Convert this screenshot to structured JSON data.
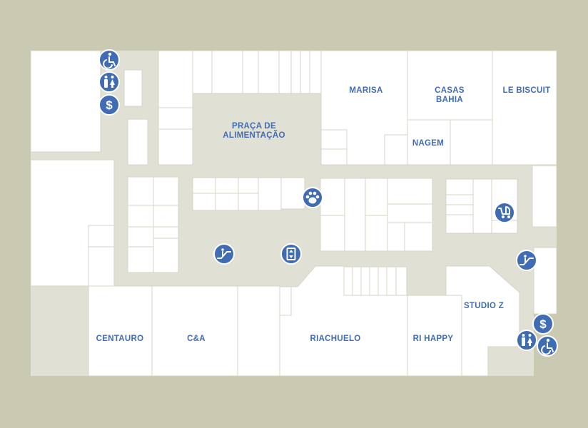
{
  "colors": {
    "background": "#cac9b2",
    "corridor": "#e1e0d4",
    "store_fill": "#ffffff",
    "store_border": "#d5d4c4",
    "label": "#3f6cb3",
    "icon": "#3f6cb3"
  },
  "stores": {
    "marisa": "MARISA",
    "casas_bahia_line1": "CASAS",
    "casas_bahia_line2": "BAHIA",
    "le_biscuit": "LE BISCUIT",
    "nagem": "NAGEM",
    "food_court_line1": "PRAÇA DE",
    "food_court_line2": "ALIMENTAÇÃO",
    "studio_z": "STUDIO Z",
    "centauro": "CENTAURO",
    "c_and_a": "C&A",
    "riachuelo": "RIACHUELO",
    "ri_happy": "RI HAPPY"
  },
  "icons": {
    "atm_symbol": "$",
    "names": [
      "wheelchair-icon",
      "restroom-icon",
      "atm-icon",
      "pet-paw-icon",
      "escalator-icon",
      "elevator-icon",
      "stroller-icon"
    ]
  }
}
